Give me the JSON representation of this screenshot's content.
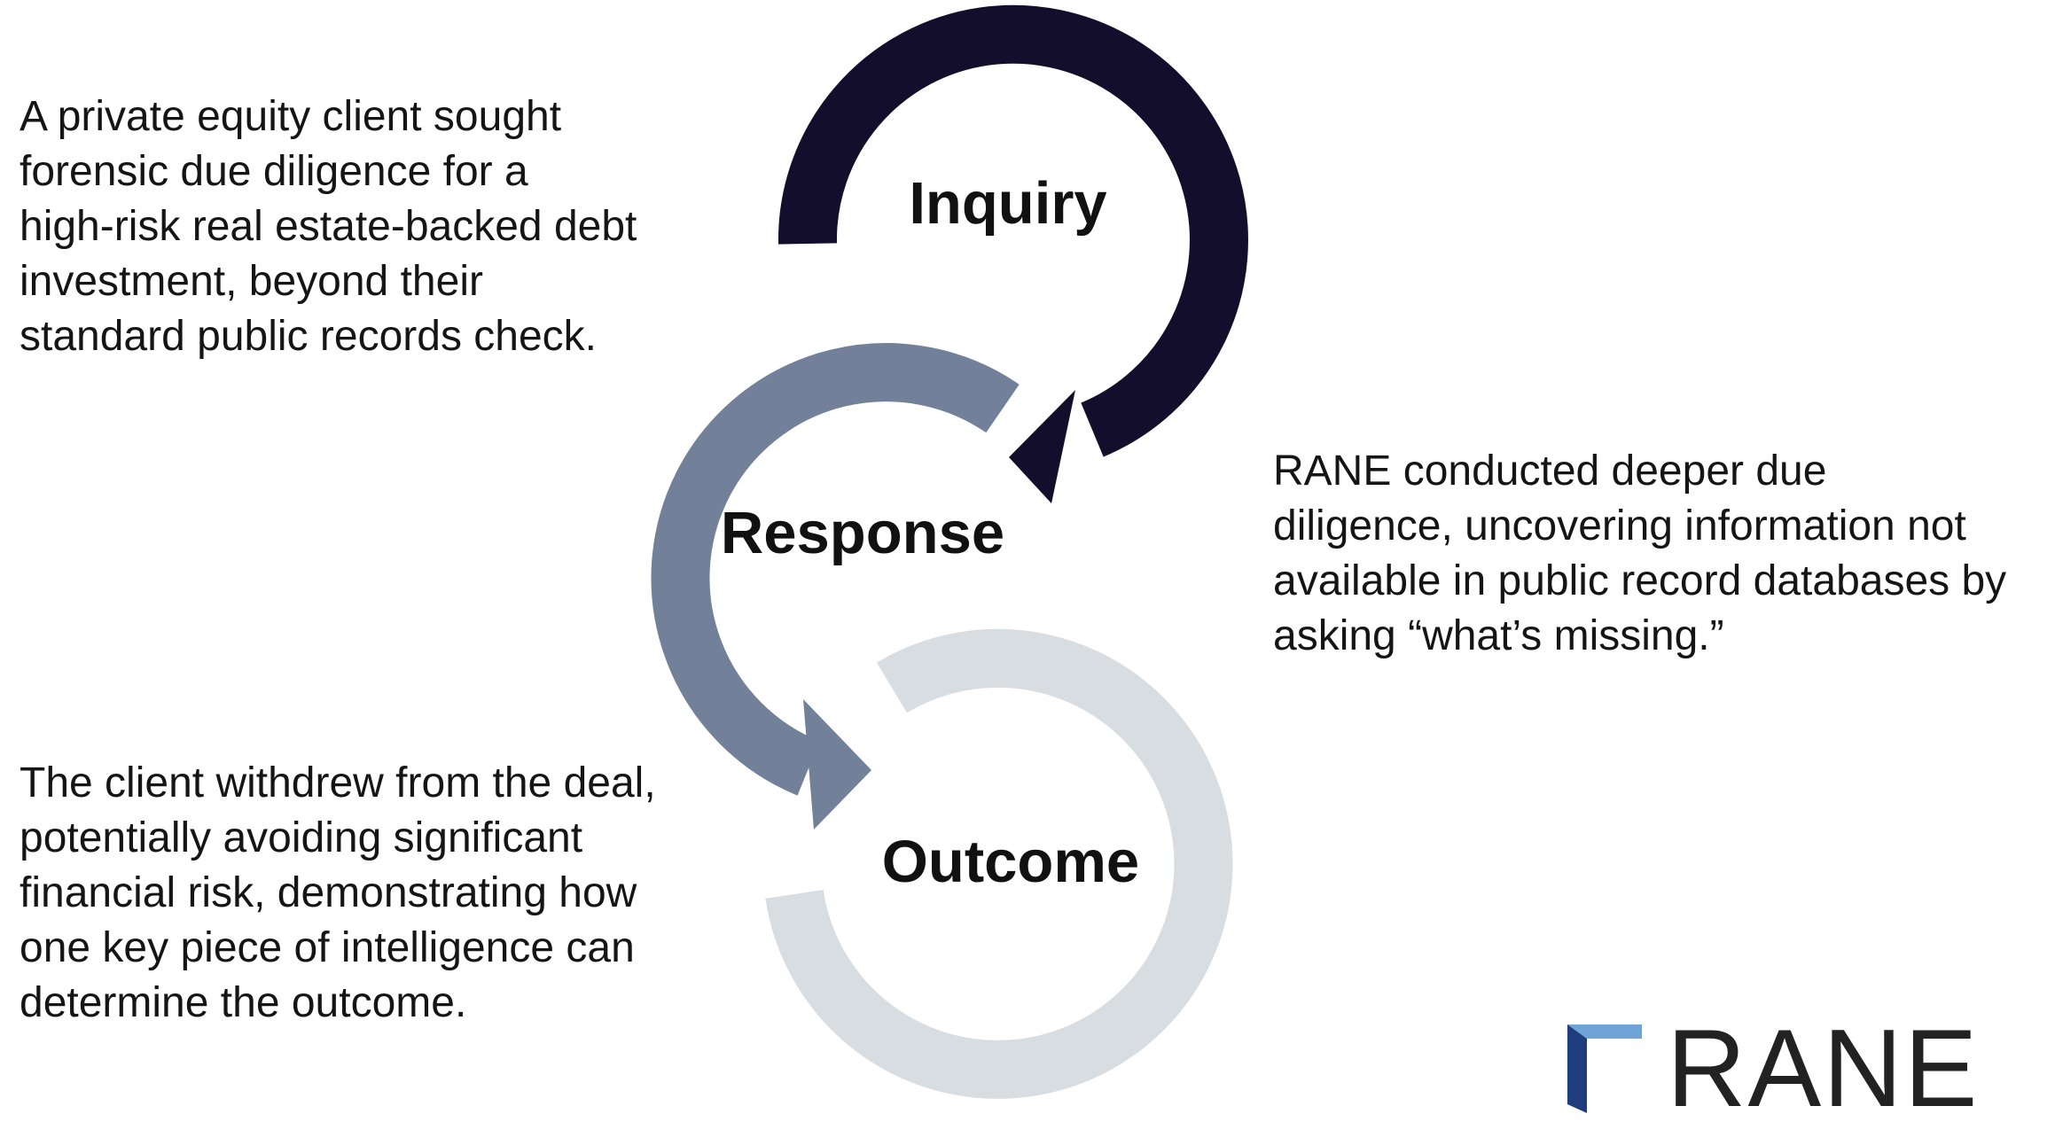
{
  "diagram": {
    "stages": [
      {
        "label": "Inquiry",
        "color": "#120e2c",
        "description": [
          "A private equity client sought",
          "forensic due diligence for a",
          "high-risk real estate-backed debt",
          "investment, beyond their",
          "standard public records check."
        ]
      },
      {
        "label": "Response",
        "color": "#72809a",
        "description": [
          "RANE conducted deeper due",
          "diligence, uncovering information not",
          "available in public record databases by",
          "asking “what’s missing.”"
        ]
      },
      {
        "label": "Outcome",
        "color": "#d8dde2",
        "description": [
          "The client withdrew from the deal,",
          "potentially avoiding significant",
          "financial risk, demonstrating how",
          "one key piece of intelligence can",
          "determine the outcome."
        ]
      }
    ]
  },
  "logo": {
    "wordmark": "RANE",
    "mark_colors": [
      "#6fa4d6",
      "#1f3c7c"
    ]
  }
}
